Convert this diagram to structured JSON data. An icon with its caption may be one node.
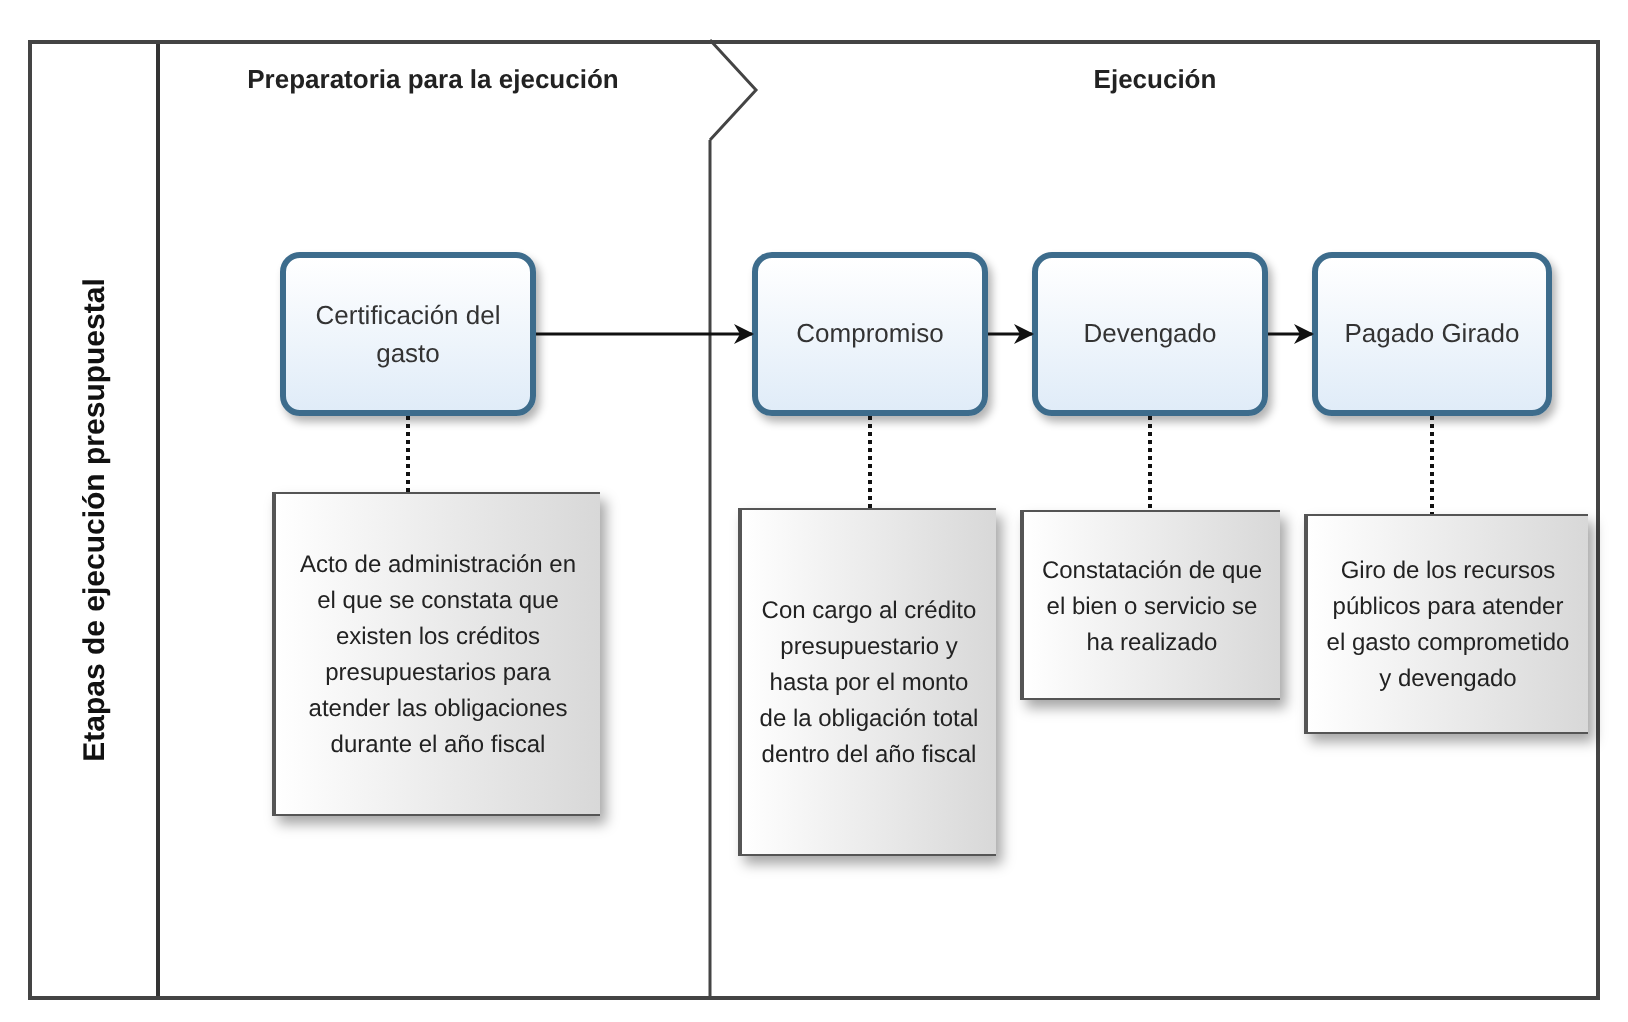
{
  "diagram": {
    "nodes": [
      {
        "text": [
          "Etapas de ejecución presupuestal"
        ]
      },
      {
        "text": [
          "Preparatoria para la ejecución"
        ],
        "in": 0
      },
      {
        "text": [
          "Ejecución"
        ],
        "in": 0
      },
      {
        "text": [
          "Certificación del gasto"
        ],
        "in": 1
      },
      {
        "text": [
          "Compromiso"
        ],
        "in": 2
      },
      {
        "text": [
          "Devengado"
        ],
        "in": 2
      },
      {
        "text": [
          "Pagado Girado"
        ],
        "in": 2
      },
      {
        "text": [
          "Acto de administración en el que se constata que existen los créditos presupuestarios para atender las obligaciones durante el año fiscal"
        ],
        "in": 1
      },
      {
        "text": [
          "Con cargo al crédito presupuestario y hasta por el monto de la obligación total dentro del año fiscal"
        ],
        "in": 2
      },
      {
        "text": [
          "Constatación de que el bien o servicio se ha realizado"
        ],
        "in": 2
      },
      {
        "text": [
          "Giro de los recursos públicos para atender el gasto comprometido y devengado"
        ],
        "in": 2
      }
    ],
    "edges": [
      {
        "from": 3,
        "to": 4,
        "arrow": "to"
      },
      {
        "from": 4,
        "to": 5,
        "arrow": "to"
      },
      {
        "from": 5,
        "to": 6,
        "arrow": "to"
      },
      {
        "from": 3,
        "to": 7,
        "arrow": "none",
        "style": "dashed"
      },
      {
        "from": 4,
        "to": 8,
        "arrow": "none",
        "style": "dashed"
      },
      {
        "from": 5,
        "to": 9,
        "arrow": "none",
        "style": "dashed"
      },
      {
        "from": 6,
        "to": 10,
        "arrow": "none",
        "style": "dashed"
      }
    ]
  }
}
